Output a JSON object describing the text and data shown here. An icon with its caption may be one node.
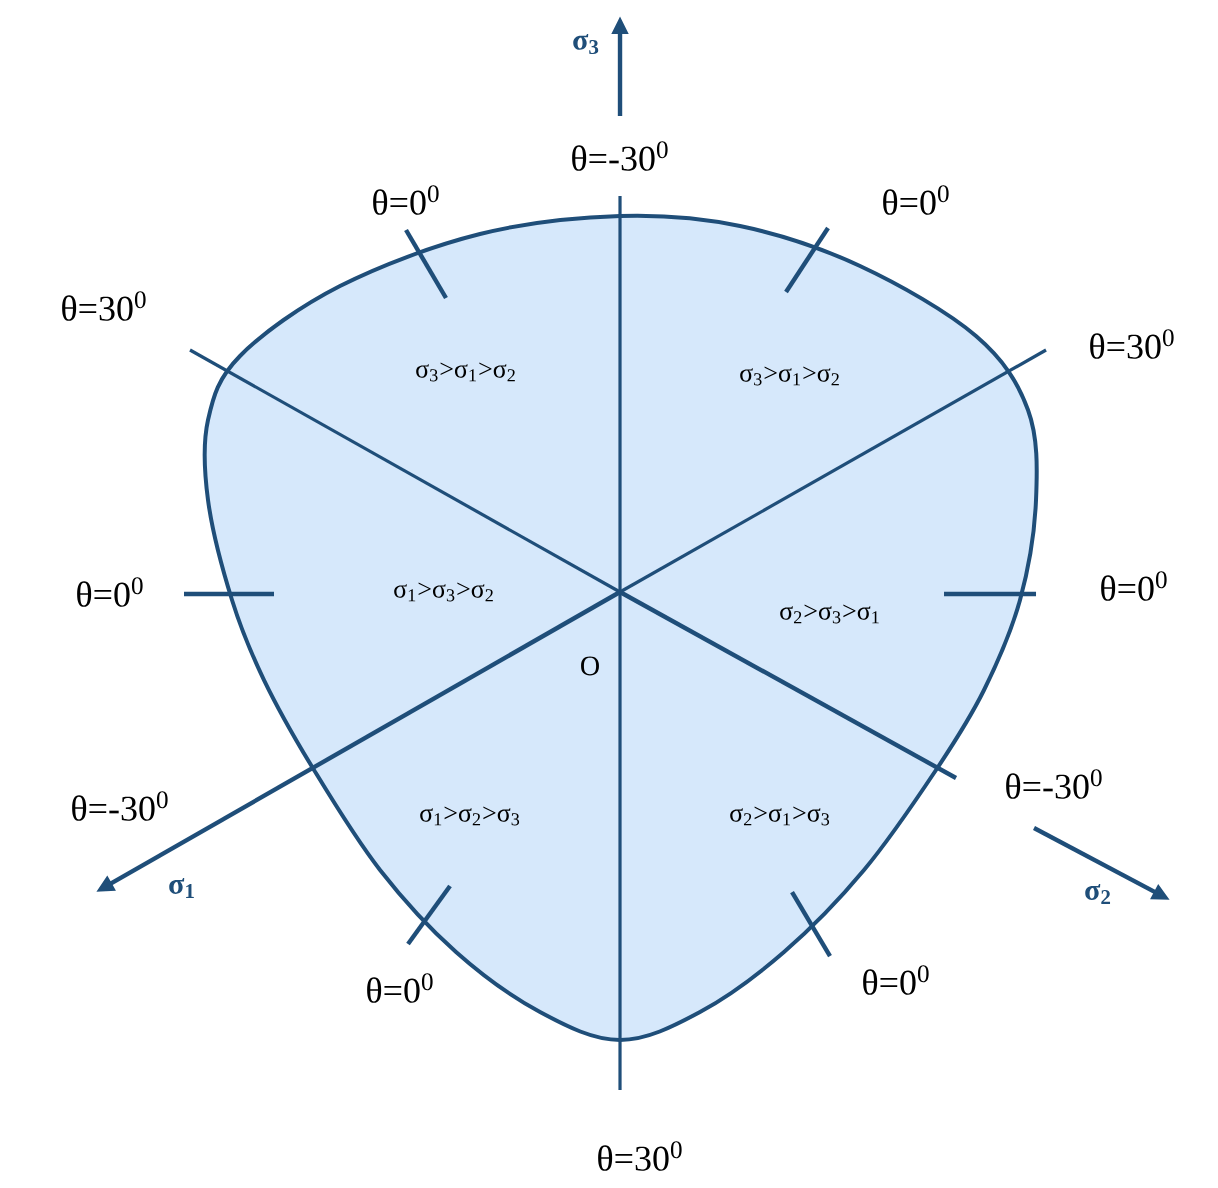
{
  "diagram": {
    "labels": [
      "σ$_{3}$",
      "θ=-30$^{0}$",
      "θ=0$^{0}$",
      "θ=0$^{0}$",
      "θ=30$^{0}$",
      "θ=30$^{0}$",
      "σ$_{3}$>σ$_{1}$>σ$_{2}$",
      "σ$_{3}$>σ$_{1}$>σ$_{2}$",
      "θ=0$^{0}$",
      "σ$_{1}$>σ$_{3}$>σ$_{2}$",
      "σ$_{2}$>σ$_{3}$>σ$_{1}$",
      "θ=0$^{0}$",
      "O",
      "θ=-30$^{0}$",
      "σ$_{1}$>σ$_{2}$>σ$_{3}$",
      "σ$_{2}$>σ$_{1}$>σ$_{3}$",
      "θ=-30$^{0}$",
      "σ$_{1}$",
      "σ$_{2}$",
      "θ=0$^{0}$",
      "θ=0$^{0}$",
      "θ=30$^{0}$"
    ]
  }
}
